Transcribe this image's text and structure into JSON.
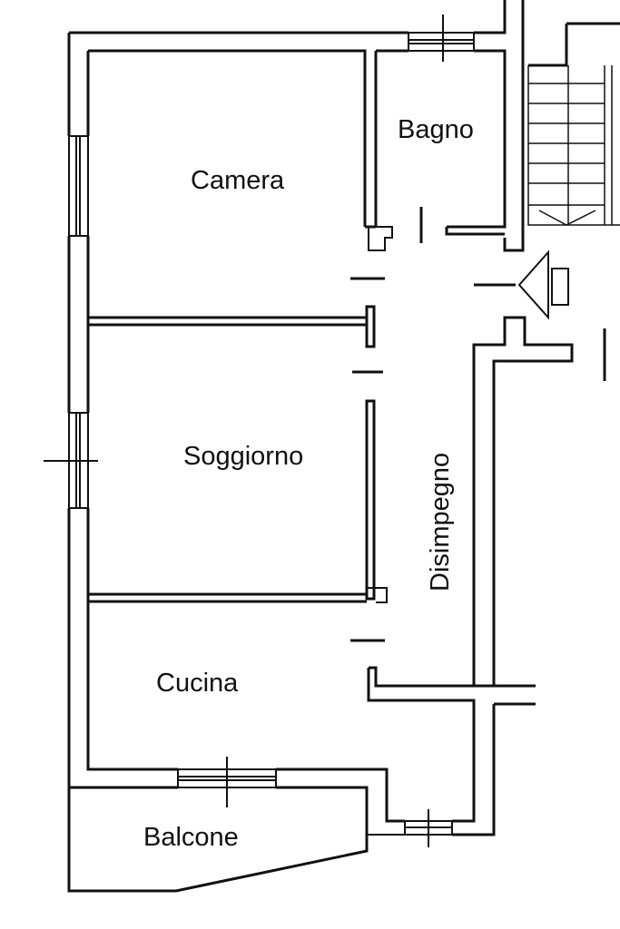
{
  "rooms": {
    "camera": "Camera",
    "bagno": "Bagno",
    "soggiorno": "Soggiorno",
    "disimpegno": "Disimpegno",
    "cucina": "Cucina",
    "balcone": "Balcone"
  },
  "colors": {
    "line": "#111111",
    "background": "#ffffff"
  }
}
